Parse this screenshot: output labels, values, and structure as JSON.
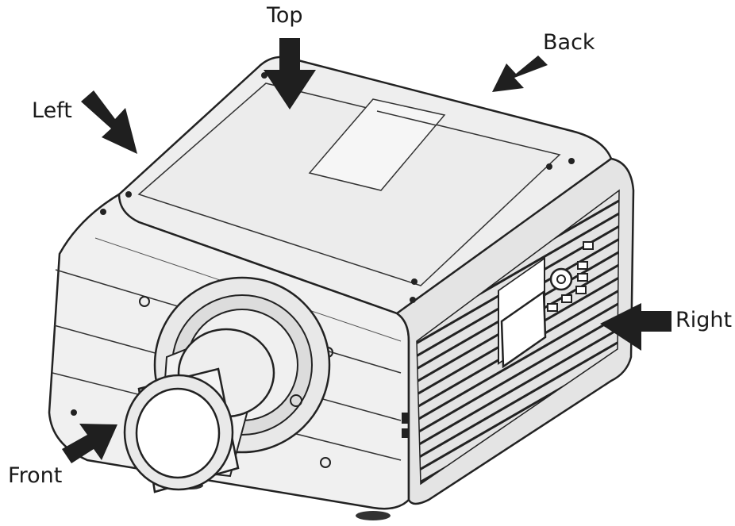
{
  "labels": {
    "top": "Top",
    "back": "Back",
    "left": "Left",
    "right": "Right",
    "front": "Front"
  },
  "colors": {
    "outline": "#222222",
    "body_fill": "#f0f0f0",
    "top_fill": "#eeeeee",
    "panel_fill": "#e4e4e4",
    "arrow": "#1f1f1f",
    "lens_glass": "#ffffff"
  },
  "icons": {
    "arrow": "solid-arrow-icon"
  }
}
